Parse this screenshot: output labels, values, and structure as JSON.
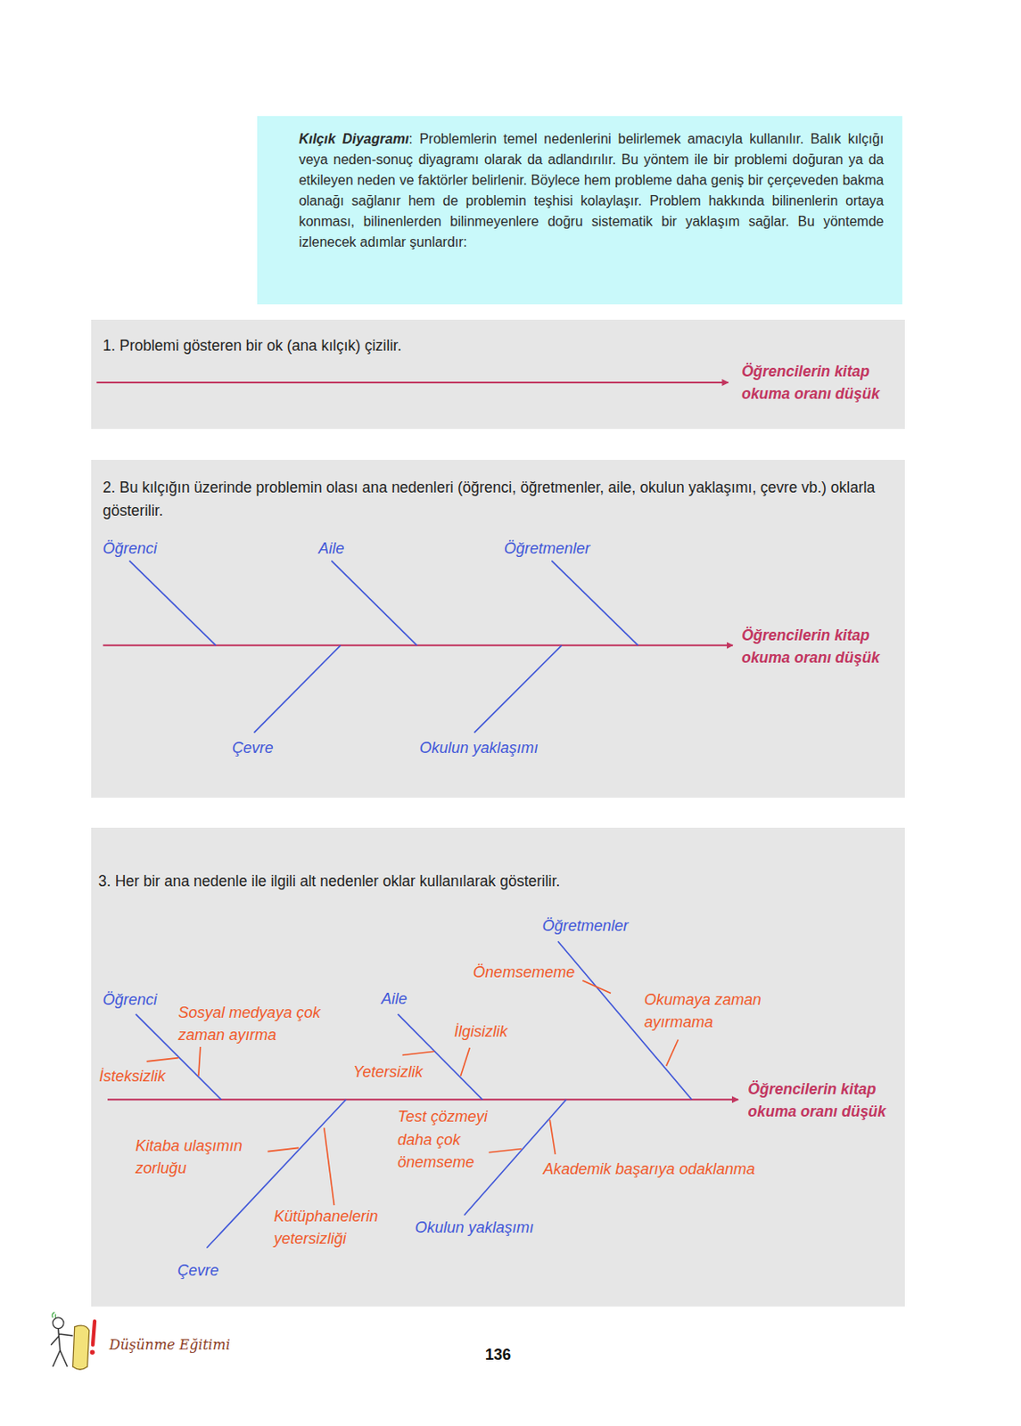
{
  "diagram": {
    "nodes": [
      {
        "text": [
          "Kılçık Diyagramı",
          ": Problemlerin temel nedenlerini belirlemek amacıyla kullanılır. Balık kılçığı veya neden-sonuç diyagramı olarak da adlandırılır. Bu yöntem ile bir problemi doğuran ya da etkileyen neden ve faktörler belirlenir. Böylece hem probleme daha geniş bir çerçeveden bakma olanağı sağlanır hem de problemin teşhisi kolaylaşır. Problem hakkında bilinenlerin ortaya konması, bilinenlerden bilinmeyenlere doğru sistematik bir yaklaşım sağlar. Bu yöntemde izlenecek adımlar şunlardır:"
        ]
      },
      {
        "text": [
          "1. Problemi gösteren bir ok (ana kılçık) çizilir."
        ]
      },
      {
        "text": [
          "2. Bu kılçığın üzerinde problemin olası ana nedenleri (öğrenci, öğretmenler, aile, okulun yaklaşımı, çevre vb.) oklarla gösterilir."
        ]
      },
      {
        "text": [
          "3. Her bir ana nedenle ile ilgili alt nedenler oklar kullanılarak gösterilir."
        ]
      }
    ],
    "labels": [
      "Öğrencilerin kitap okuma oranı düşük",
      "Öğrenci",
      "Aile",
      "Öğretmenler",
      "Öğrencilerin kitap okuma oranı düşük",
      "Çevre",
      "Okulun yaklaşımı",
      "Öğretmenler",
      "Önemsememe",
      "Öğrenci",
      "Sosyal medyaya çok zaman ayırma",
      "Aile",
      "İlgisizlik",
      "Okumaya zaman ayırmama",
      "İsteksizlik",
      "Yetersizlik",
      "Öğrencilerin kitap okuma oranı düşük",
      "Test çözmeyi daha çok önemseme",
      "Kitaba ulaşımın zorluğu",
      "Akademik başarıya odaklanma",
      "Kütüphanelerin yetersizliği",
      "Okulun yaklaşımı",
      "Çevre",
      "Düşünme Eğitimi",
      "136"
    ]
  }
}
